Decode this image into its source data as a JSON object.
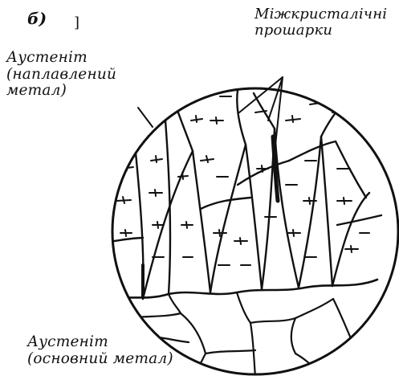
{
  "labels": {
    "panel": "б)",
    "panel_mark": "]",
    "interlayers_line1": "Міжкристалічні",
    "interlayers_line2": "прошарки",
    "deposited_line1": "Аустеніт",
    "deposited_line2": "(наплавлений",
    "deposited_line3": "метал)",
    "base_line1": "Аустеніт",
    "base_line2": "(основний метал)"
  },
  "colors": {
    "ink": "#111111",
    "background": "#ffffff"
  }
}
